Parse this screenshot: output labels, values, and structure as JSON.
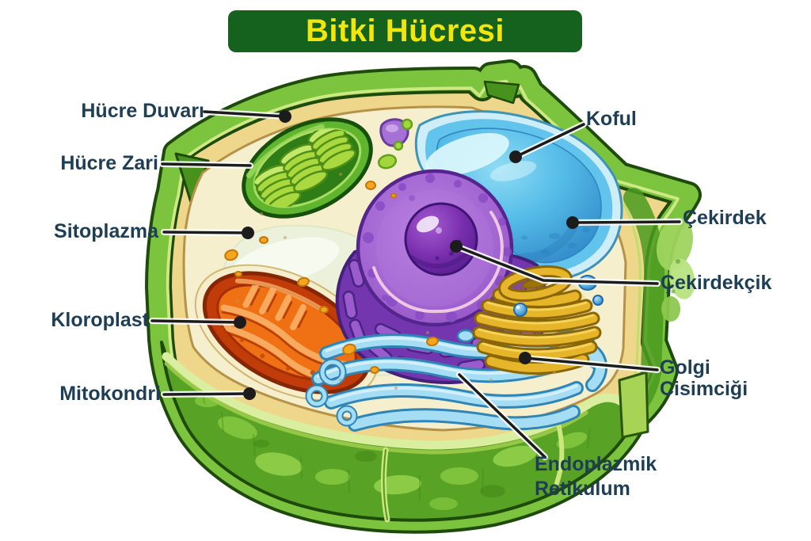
{
  "title": "Bitki Hücresi",
  "labels": {
    "cell_wall": "Hücre Duvarı",
    "cell_membrane": "Hücre Zari",
    "cytoplasm": "Sitoplazma",
    "chloroplast": "Kloroplast",
    "mitochondrion": "Mitokondri",
    "vacuole": "Koful",
    "nucleus": "Çekirdek",
    "nucleolus": "Çekirdekçik",
    "golgi": "Golgi\nCisimciği",
    "endoplasmic_reticulum": "Endoplazmik\nRetikulum"
  },
  "colors": {
    "banner_bg": "#14621d",
    "banner_text": "#f2e60a",
    "label_text": "#1d3e55",
    "leader_line": "#1c1c1c",
    "cell_wall_green": "#7cc43e",
    "cell_side_green": "#58a326",
    "membrane_cream": "#eed68b",
    "cytoplasm_cream": "#f6efcd",
    "vacuole_blue": "#55bce8",
    "nucleus_purple": "#a366d2",
    "nucleolus_purple": "#6b2fa4",
    "chloroplast_green": "#2e7d16",
    "mitochondrion_orange": "#f07014",
    "golgi_gold": "#e6b52a",
    "er_blue": "#a5ddf4"
  }
}
